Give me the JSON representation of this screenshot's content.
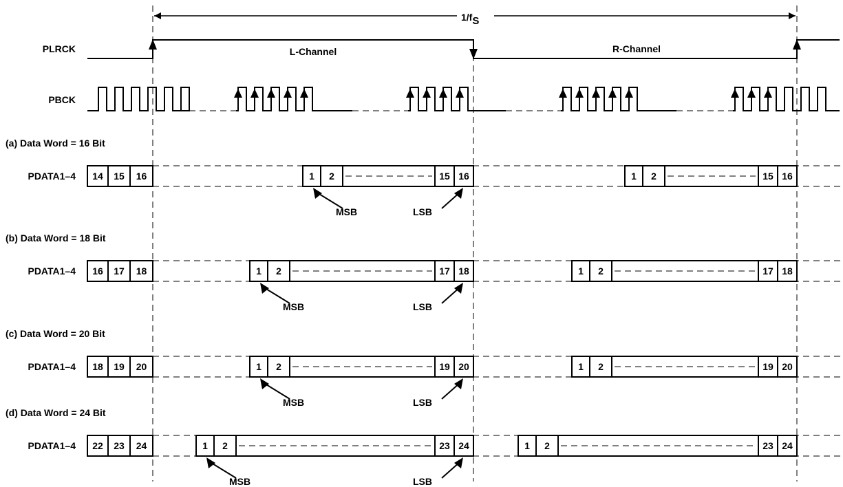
{
  "period": {
    "label": "1/f",
    "subscript": "S"
  },
  "signals": {
    "plrck": "PLRCK",
    "pbck": "PBCK",
    "l_channel": "L-Channel",
    "r_channel": "R-Channel"
  },
  "markers": {
    "msb": "MSB",
    "lsb": "LSB"
  },
  "formats": [
    {
      "title": "(a) Data Word = 16 Bit",
      "row_label": "PDATA1–4",
      "lead_bits": [
        "14",
        "15",
        "16"
      ],
      "start_bits": [
        "1",
        "2"
      ],
      "end_bits": [
        "15",
        "16"
      ]
    },
    {
      "title": "(b) Data Word = 18 Bit",
      "row_label": "PDATA1–4",
      "lead_bits": [
        "16",
        "17",
        "18"
      ],
      "start_bits": [
        "1",
        "2"
      ],
      "end_bits": [
        "17",
        "18"
      ]
    },
    {
      "title": "(c) Data Word = 20 Bit",
      "row_label": "PDATA1–4",
      "lead_bits": [
        "18",
        "19",
        "20"
      ],
      "start_bits": [
        "1",
        "2"
      ],
      "end_bits": [
        "19",
        "20"
      ]
    },
    {
      "title": "(d) Data Word = 24 Bit",
      "row_label": "PDATA1–4",
      "lead_bits": [
        "22",
        "23",
        "24"
      ],
      "start_bits": [
        "1",
        "2"
      ],
      "end_bits": [
        "23",
        "24"
      ]
    }
  ]
}
